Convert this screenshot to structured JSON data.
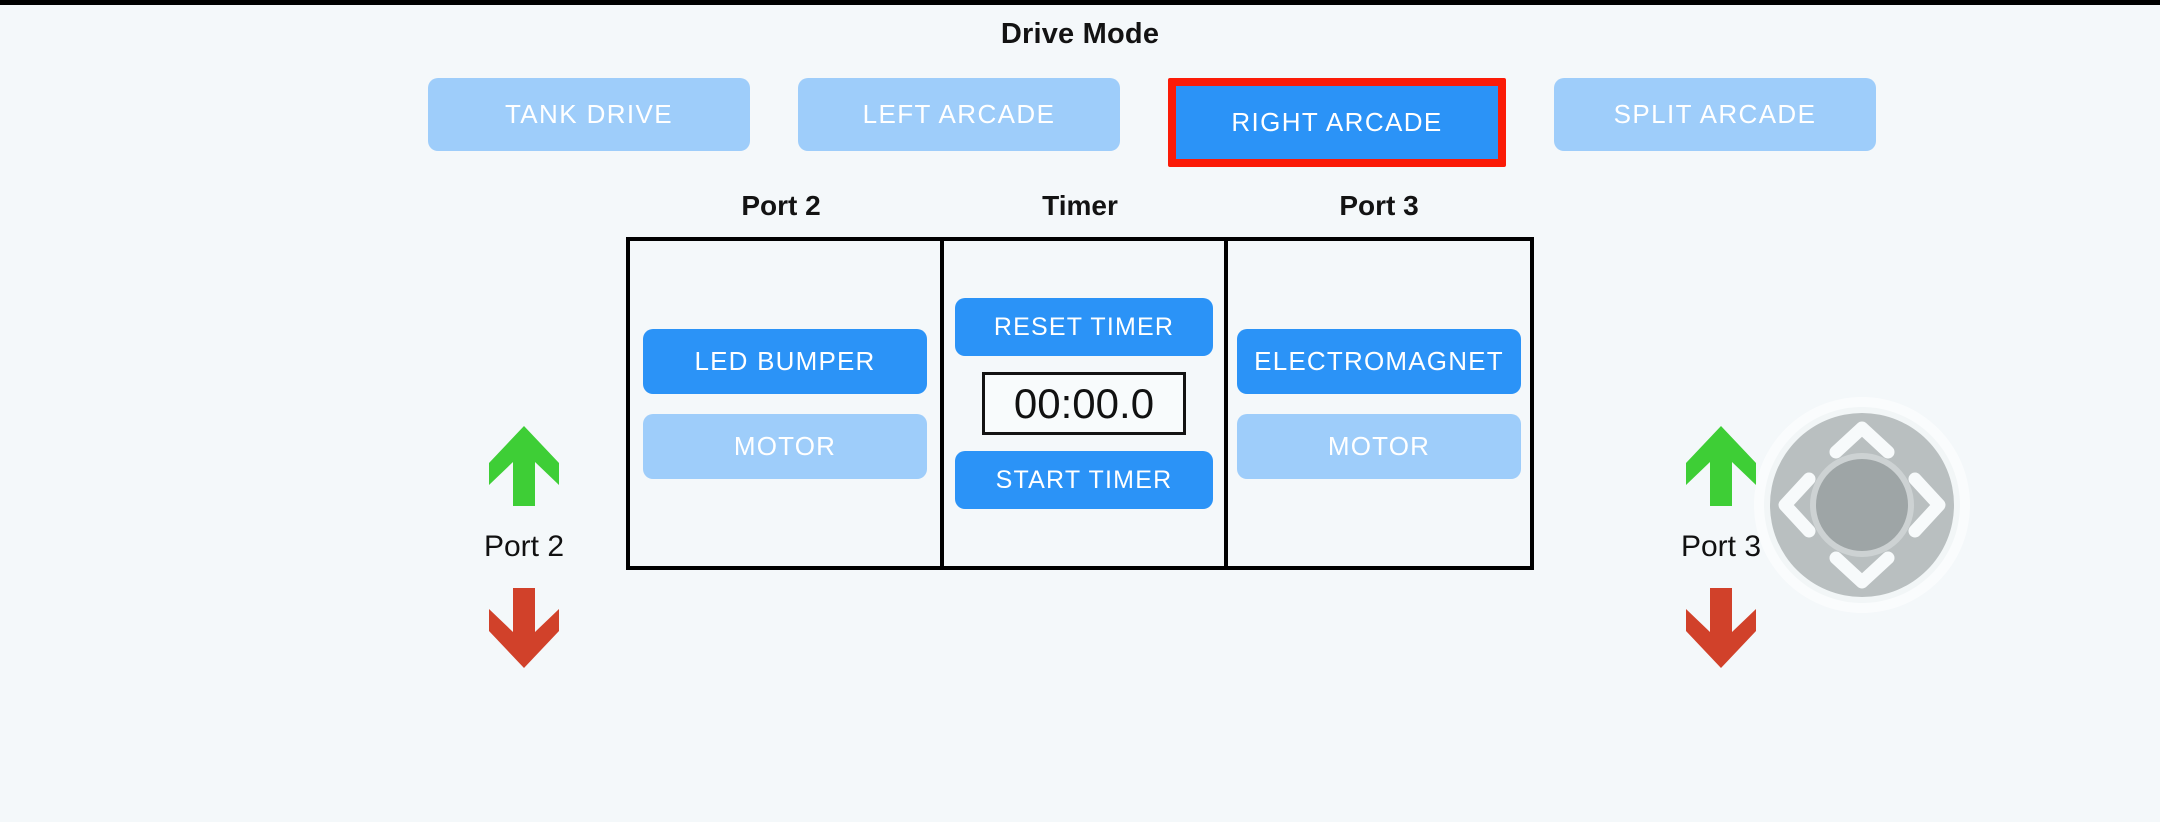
{
  "app": {
    "background_color": "#f4f8fa",
    "accent_active": "#2b93f7",
    "accent_inactive": "#9ecdfa",
    "selection_outline": "#fb1b07"
  },
  "drive_mode": {
    "title": "Drive Mode",
    "options": [
      {
        "label": "TANK DRIVE",
        "selected": false
      },
      {
        "label": "LEFT ARCADE",
        "selected": false
      },
      {
        "label": "RIGHT ARCADE",
        "selected": true
      },
      {
        "label": "SPLIT ARCADE",
        "selected": false
      }
    ]
  },
  "panels": {
    "port2": {
      "heading": "Port 2",
      "buttons": [
        {
          "label": "LED BUMPER",
          "state": "active"
        },
        {
          "label": "MOTOR",
          "state": "inactive"
        }
      ]
    },
    "timer": {
      "heading": "Timer",
      "reset_label": "RESET TIMER",
      "display_value": "00:00.0",
      "start_label": "START TIMER"
    },
    "port3": {
      "heading": "Port 3",
      "buttons": [
        {
          "label": "ELECTROMAGNET",
          "state": "active"
        },
        {
          "label": "MOTOR",
          "state": "inactive"
        }
      ]
    }
  },
  "port_controls": {
    "left": {
      "label": "Port 2",
      "up_icon": "arrow-up-icon",
      "down_icon": "arrow-down-icon",
      "up_color": "#3ece36",
      "down_color": "#d1412a"
    },
    "right": {
      "label": "Port 3",
      "up_icon": "arrow-up-icon",
      "down_icon": "arrow-down-icon",
      "up_color": "#3ece36",
      "down_color": "#d1412a"
    }
  },
  "dpad": {
    "name": "direction-pad",
    "directions": [
      "up",
      "left",
      "right",
      "down"
    ],
    "ring_color": "#b9bfc0",
    "hub_color": "#9ea5a6",
    "chevron_color": "#f7fafb"
  }
}
